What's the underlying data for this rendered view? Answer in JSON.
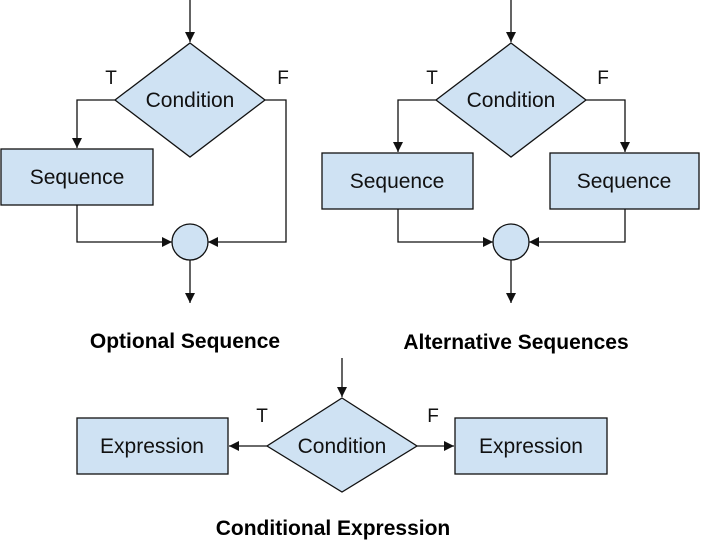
{
  "optional_sequence": {
    "condition": "Condition",
    "true_label": "T",
    "false_label": "F",
    "sequence": "Sequence",
    "caption": "Optional Sequence"
  },
  "alternative_sequences": {
    "condition": "Condition",
    "true_label": "T",
    "false_label": "F",
    "sequence_true": "Sequence",
    "sequence_false": "Sequence",
    "caption": "Alternative Sequences"
  },
  "conditional_expression": {
    "condition": "Condition",
    "true_label": "T",
    "false_label": "F",
    "expression_true": "Expression",
    "expression_false": "Expression",
    "caption": "Conditional Expression"
  },
  "colors": {
    "shape_fill": "#cfe2f3",
    "stroke": "#111111"
  }
}
